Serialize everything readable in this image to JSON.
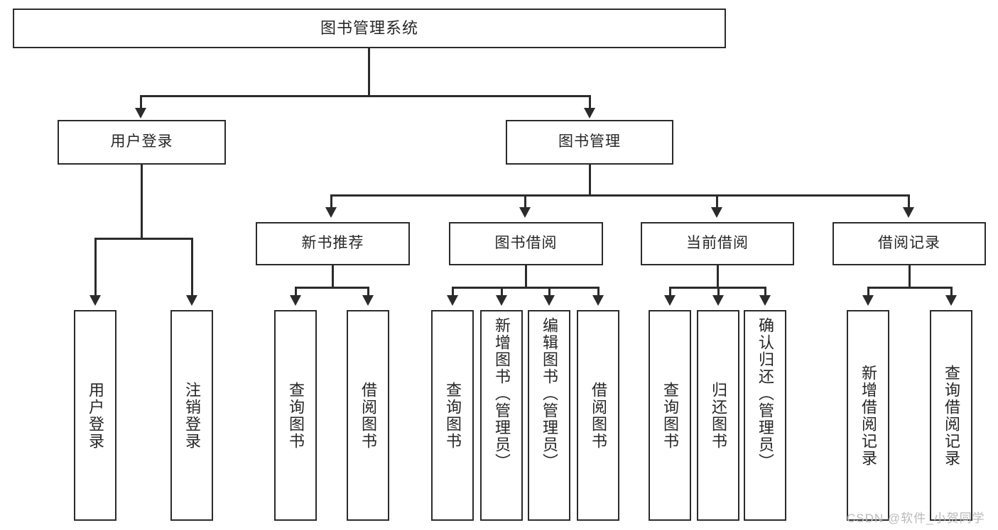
{
  "diagram": {
    "title": "图书管理系统",
    "type": "tree-hierarchy",
    "root": {
      "label": "图书管理系统"
    },
    "level2": [
      {
        "label": "用户登录"
      },
      {
        "label": "图书管理"
      }
    ],
    "level3": [
      {
        "label": "新书推荐"
      },
      {
        "label": "图书借阅"
      },
      {
        "label": "当前借阅"
      },
      {
        "label": "借阅记录"
      }
    ],
    "leaves": {
      "user_login": [
        {
          "label": "用户登录"
        },
        {
          "label": "注销登录"
        }
      ],
      "new_book_recommend": [
        {
          "label": "查询图书"
        },
        {
          "label": "借阅图书"
        }
      ],
      "book_borrow": [
        {
          "label": "查询图书"
        },
        {
          "label": "新增图书（管理员）"
        },
        {
          "label": "编辑图书（管理员）"
        },
        {
          "label": "借阅图书"
        }
      ],
      "current_borrow": [
        {
          "label": "查询图书"
        },
        {
          "label": "归还图书"
        },
        {
          "label": "确认归还（管理员）"
        }
      ],
      "borrow_record": [
        {
          "label": "新增借阅记录"
        },
        {
          "label": "查询借阅记录"
        }
      ]
    }
  },
  "watermark": {
    "text": "CSDN @软件_小贺同学"
  },
  "colors": {
    "stroke": "#2b2b2b",
    "fill": "#ffffff",
    "text": "#262626",
    "watermark": "#b9b9b9"
  }
}
